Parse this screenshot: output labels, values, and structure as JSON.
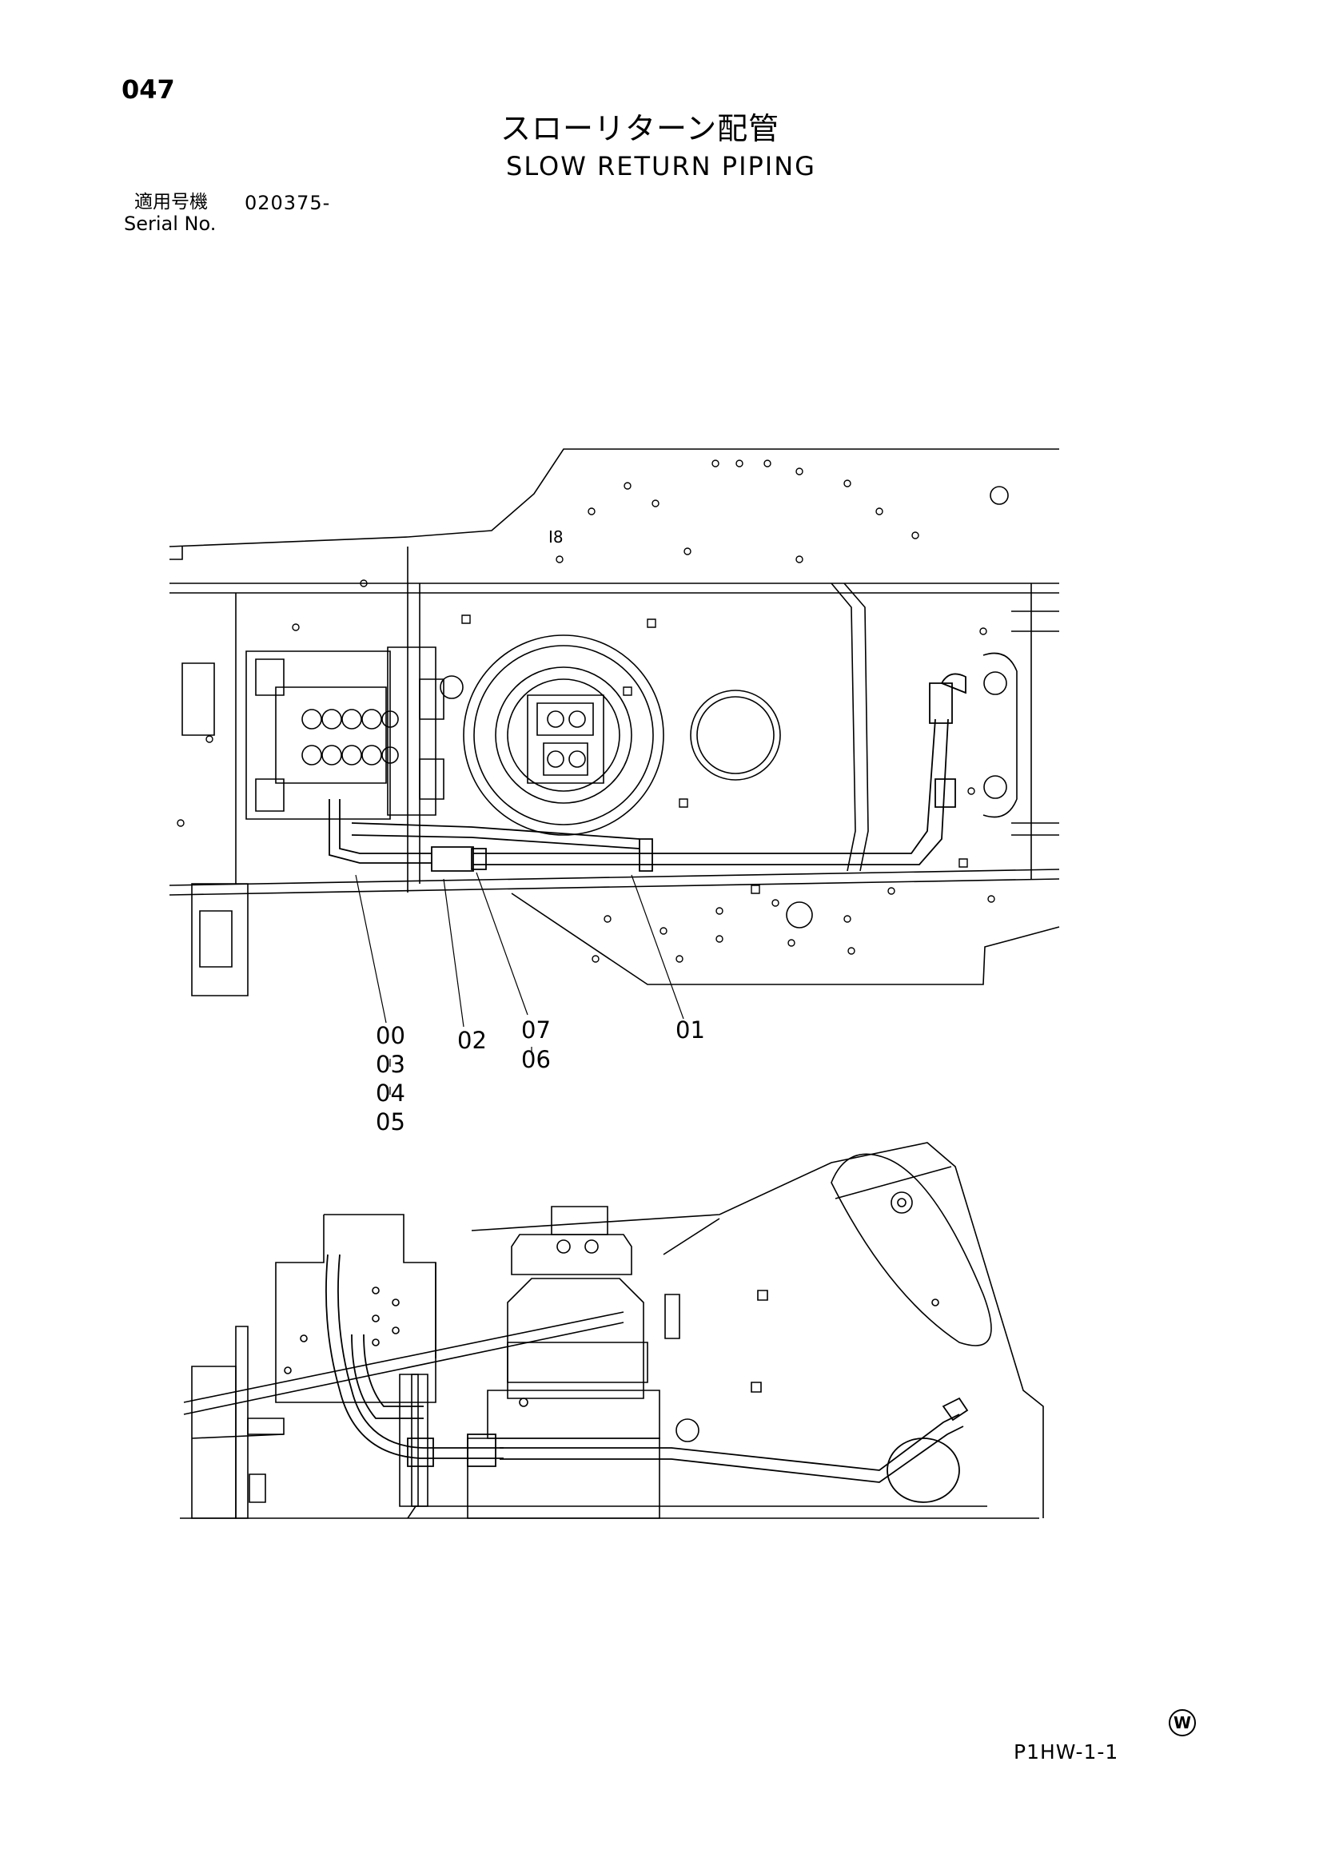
{
  "page_number": "047",
  "title": {
    "japanese": "スローリターン配管",
    "english": "SLOW RETURN PIPING"
  },
  "serial": {
    "label_jp": "適用号機",
    "label_en": "Serial No.",
    "value": "020375-"
  },
  "callouts": {
    "c00": "00",
    "c03": "03",
    "c04": "04",
    "c05": "05",
    "c02": "02",
    "c07": "07",
    "c06": "06",
    "c01": "01",
    "inner": "I8"
  },
  "document_code": "P1HW-1-1",
  "watermark_symbol": "W"
}
